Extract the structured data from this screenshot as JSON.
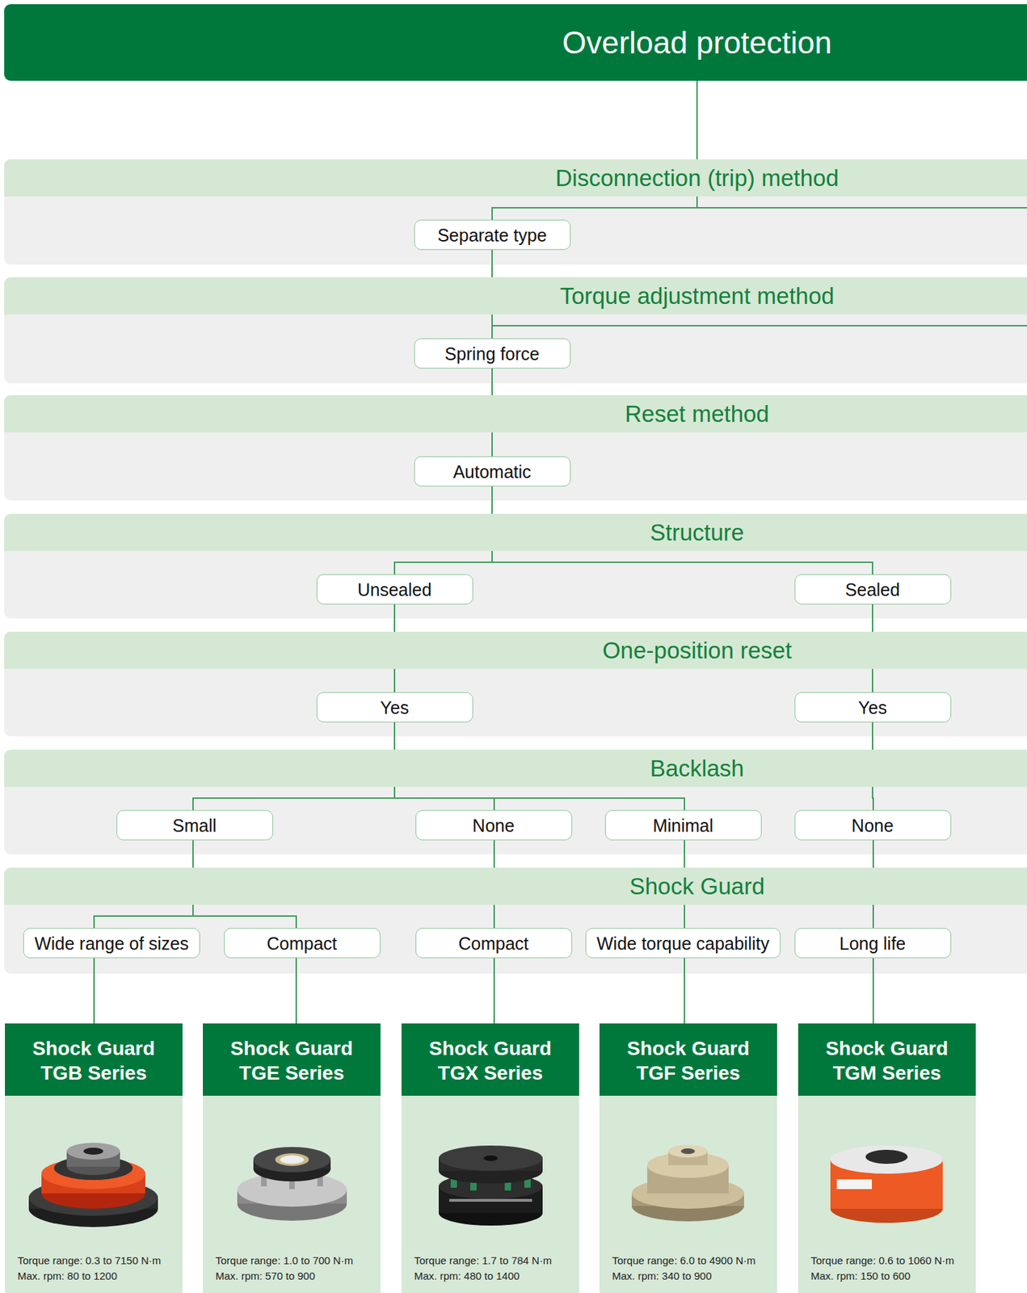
{
  "diagram": {
    "nodes": [
      {
        "text": [
          "Overload protection"
        ]
      },
      {
        "text": [
          "Disconnection (trip) method"
        ]
      },
      {
        "text": [
          "Separate type"
        ],
        "in": 1
      },
      {
        "text": [
          "Torque adjustment method"
        ]
      },
      {
        "text": [
          "Spring force"
        ],
        "in": 3
      },
      {
        "text": [
          "Reset method"
        ]
      },
      {
        "text": [
          "Automatic"
        ],
        "in": 5
      },
      {
        "text": [
          "Structure"
        ]
      },
      {
        "text": [
          "Unsealed"
        ],
        "in": 7
      },
      {
        "text": [
          "Sealed"
        ],
        "in": 7
      },
      {
        "text": [
          "One-position reset"
        ]
      },
      {
        "text": [
          "Yes"
        ],
        "in": 10
      },
      {
        "text": [
          "Yes"
        ],
        "in": 10
      },
      {
        "text": [
          "Backlash"
        ]
      },
      {
        "text": [
          "Small"
        ],
        "in": 13
      },
      {
        "text": [
          "None"
        ],
        "in": 13
      },
      {
        "text": [
          "Minimal"
        ],
        "in": 13
      },
      {
        "text": [
          "None"
        ],
        "in": 13
      },
      {
        "text": [
          "Shock Guard"
        ]
      },
      {
        "text": [
          "Wide range of sizes"
        ],
        "in": 18
      },
      {
        "text": [
          "Compact"
        ],
        "in": 18
      },
      {
        "text": [
          "Compact"
        ],
        "in": 18
      },
      {
        "text": [
          "Wide torque capability"
        ],
        "in": 18
      },
      {
        "text": [
          "Long life"
        ],
        "in": 18
      },
      {
        "text": [
          "Shock Guard TGB Series",
          "Torque range: 0.3 to 7150 N·m",
          "Max. rpm: 80 to 1200"
        ]
      },
      {
        "text": [
          "Shock Guard TGE Series",
          "Torque range: 1.0 to 700 N·m",
          "Max. rpm: 570 to 900"
        ]
      },
      {
        "text": [
          "Shock Guard TGX Series",
          "Torque range: 1.7 to 784 N·m",
          "Max. rpm: 480 to 1400"
        ]
      },
      {
        "text": [
          "Shock Guard TGF Series",
          "Torque range: 6.0 to 4900 N·m",
          "Max. rpm: 340 to 900"
        ]
      },
      {
        "text": [
          "Shock Guard TGM Series",
          "Torque range: 0.6 to 1060 N·m",
          "Max. rpm: 150 to 600"
        ]
      }
    ],
    "edges": [
      {
        "from": 0,
        "to": 2,
        "arrow": "none"
      },
      {
        "from": 2,
        "to": 4,
        "arrow": "none"
      },
      {
        "from": 4,
        "to": 6,
        "arrow": "none"
      },
      {
        "from": 6,
        "to": 8,
        "arrow": "none"
      },
      {
        "from": 6,
        "to": 9,
        "arrow": "none"
      },
      {
        "from": 8,
        "to": 11,
        "arrow": "none"
      },
      {
        "from": 9,
        "to": 12,
        "arrow": "none"
      },
      {
        "from": 11,
        "to": 14,
        "arrow": "none"
      },
      {
        "from": 11,
        "to": 15,
        "arrow": "none"
      },
      {
        "from": 11,
        "to": 16,
        "arrow": "none"
      },
      {
        "from": 12,
        "to": 17,
        "arrow": "none"
      },
      {
        "from": 14,
        "to": 19,
        "arrow": "none"
      },
      {
        "from": 14,
        "to": 20,
        "arrow": "none"
      },
      {
        "from": 15,
        "to": 21,
        "arrow": "none"
      },
      {
        "from": 16,
        "to": 22,
        "arrow": "none"
      },
      {
        "from": 17,
        "to": 23,
        "arrow": "none"
      },
      {
        "from": 19,
        "to": 24,
        "arrow": "none"
      },
      {
        "from": 20,
        "to": 25,
        "arrow": "none"
      },
      {
        "from": 21,
        "to": 26,
        "arrow": "none"
      },
      {
        "from": 22,
        "to": 27,
        "arrow": "none"
      },
      {
        "from": 23,
        "to": 28,
        "arrow": "none"
      }
    ]
  }
}
